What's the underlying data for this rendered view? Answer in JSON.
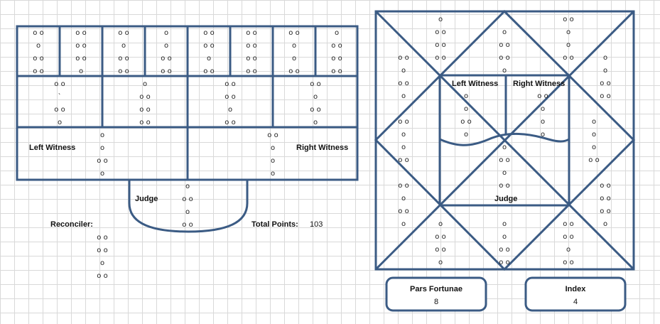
{
  "left_chart": {
    "mothers": [
      [
        "o o",
        "o",
        "o o",
        "o o"
      ],
      [
        "o o",
        "o o",
        "o o",
        "o"
      ],
      [
        "o o",
        "o",
        "o o",
        "o o"
      ],
      [
        "o",
        "o",
        "o o",
        "o o"
      ],
      [
        "o o",
        "o o",
        "o",
        "o o"
      ],
      [
        "o o",
        "o o",
        "o o",
        "o o"
      ],
      [
        "o o",
        "o",
        "o",
        "o o"
      ],
      [
        "o",
        "o o",
        "o o",
        "o o"
      ]
    ],
    "nieces": [
      [
        "o o",
        "`",
        "o o",
        "o"
      ],
      [
        "o",
        "o o",
        "o o",
        "o o"
      ],
      [
        "o o",
        "o o",
        "o",
        "o o"
      ],
      [
        "o o",
        "o",
        "o o",
        "o"
      ]
    ],
    "left_witness_label": "Left Witness",
    "left_witness": [
      "o",
      "o",
      "o o",
      "o"
    ],
    "right_witness_label": "Right Witness",
    "right_witness": [
      "o o",
      "o",
      "o",
      "o"
    ],
    "judge_label": "Judge",
    "judge": [
      "o",
      "o o",
      "o",
      "o o"
    ],
    "reconciler_label": "Reconciler:",
    "reconciler": [
      "o o",
      "o o",
      "o",
      "o o"
    ],
    "total_points_label": "Total Points:",
    "total_points": "103"
  },
  "right_chart": {
    "houses": [
      [
        "o",
        "o o",
        "o o",
        "o o"
      ],
      [
        "o o",
        "o",
        "o o",
        "o"
      ],
      [
        "o o",
        "o",
        "o",
        "o o"
      ],
      [
        "o o",
        "o",
        "o o",
        "o"
      ],
      [
        "o",
        "o o",
        "o o",
        "o"
      ],
      [
        "o",
        "o",
        "o o",
        "o o"
      ],
      [
        "o o",
        "o o",
        "o",
        "o o"
      ],
      [
        "o o",
        "o o",
        "o o",
        "o"
      ],
      [
        "o",
        "o",
        "o",
        "o o"
      ],
      [
        "o",
        "o",
        "o o",
        "o o"
      ],
      [
        "o o",
        "o",
        "o",
        "o o"
      ],
      [
        "o",
        "o o",
        "o o",
        "o"
      ]
    ],
    "left_witness_label": "Left Witness",
    "left_witness": [
      "o",
      "o",
      "o o",
      "o"
    ],
    "right_witness_label": "Right Witness",
    "right_witness": [
      "o o",
      "o",
      "o",
      "o"
    ],
    "judge_label": "Judge",
    "judge": [
      "o",
      "o o",
      "o",
      "o o"
    ]
  },
  "pars_fortunae": {
    "label": "Pars Fortunae",
    "value": "8"
  },
  "index": {
    "label": "Index",
    "value": "4"
  }
}
